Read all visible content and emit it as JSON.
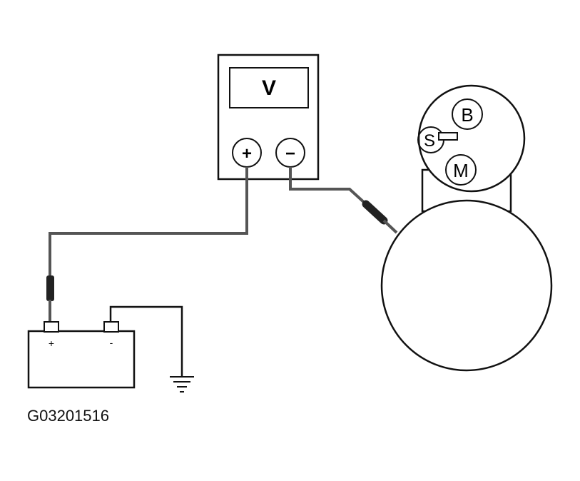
{
  "meter": {
    "display_symbol": "V",
    "positive_symbol": "+",
    "negative_symbol": "−"
  },
  "battery": {
    "positive_mark": "+",
    "negative_mark": "-"
  },
  "starter": {
    "terminal_b": "B",
    "terminal_s": "S",
    "terminal_m": "M"
  },
  "figure_id": "G03201516",
  "colors": {
    "line": "#111111",
    "wire": "#555555",
    "background": "#ffffff"
  }
}
